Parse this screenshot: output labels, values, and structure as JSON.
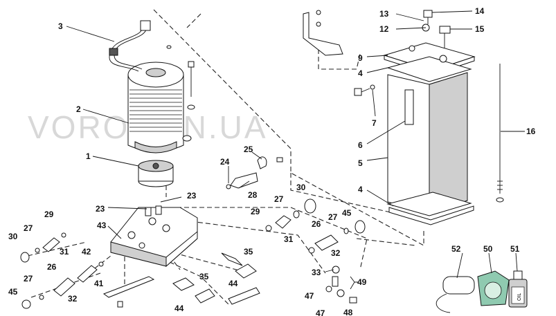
{
  "watermark": "VOROTAIN.UA",
  "callouts": [
    {
      "id": "c1",
      "text": "1"
    },
    {
      "id": "c2",
      "text": "2"
    },
    {
      "id": "c3",
      "text": "3"
    },
    {
      "id": "c4a",
      "text": "4"
    },
    {
      "id": "c4b",
      "text": "4"
    },
    {
      "id": "c5",
      "text": "5"
    },
    {
      "id": "c6",
      "text": "6"
    },
    {
      "id": "c7",
      "text": "7"
    },
    {
      "id": "c9",
      "text": "9"
    },
    {
      "id": "c12",
      "text": "12"
    },
    {
      "id": "c13",
      "text": "13"
    },
    {
      "id": "c14",
      "text": "14"
    },
    {
      "id": "c15",
      "text": "15"
    },
    {
      "id": "c16",
      "text": "16"
    },
    {
      "id": "c23a",
      "text": "23"
    },
    {
      "id": "c23b",
      "text": "23"
    },
    {
      "id": "c24",
      "text": "24"
    },
    {
      "id": "c25",
      "text": "25"
    },
    {
      "id": "c26a",
      "text": "26"
    },
    {
      "id": "c26b",
      "text": "26"
    },
    {
      "id": "c27a",
      "text": "27"
    },
    {
      "id": "c27b",
      "text": "27"
    },
    {
      "id": "c27c",
      "text": "27"
    },
    {
      "id": "c27d",
      "text": "27"
    },
    {
      "id": "c28",
      "text": "28"
    },
    {
      "id": "c29a",
      "text": "29"
    },
    {
      "id": "c29b",
      "text": "29"
    },
    {
      "id": "c30a",
      "text": "30"
    },
    {
      "id": "c30b",
      "text": "30"
    },
    {
      "id": "c31a",
      "text": "31"
    },
    {
      "id": "c31b",
      "text": "31"
    },
    {
      "id": "c32a",
      "text": "32"
    },
    {
      "id": "c32b",
      "text": "32"
    },
    {
      "id": "c33",
      "text": "33"
    },
    {
      "id": "c35a",
      "text": "35"
    },
    {
      "id": "c35b",
      "text": "35"
    },
    {
      "id": "c41",
      "text": "41"
    },
    {
      "id": "c42",
      "text": "42"
    },
    {
      "id": "c43",
      "text": "43"
    },
    {
      "id": "c44a",
      "text": "44"
    },
    {
      "id": "c44b",
      "text": "44"
    },
    {
      "id": "c45a",
      "text": "45"
    },
    {
      "id": "c45b",
      "text": "45"
    },
    {
      "id": "c47a",
      "text": "47"
    },
    {
      "id": "c47b",
      "text": "47"
    },
    {
      "id": "c48",
      "text": "48"
    },
    {
      "id": "c49",
      "text": "49"
    },
    {
      "id": "c50",
      "text": "50"
    },
    {
      "id": "c51",
      "text": "51"
    },
    {
      "id": "c52",
      "text": "52"
    }
  ],
  "oil_bottle_label": "OIL"
}
